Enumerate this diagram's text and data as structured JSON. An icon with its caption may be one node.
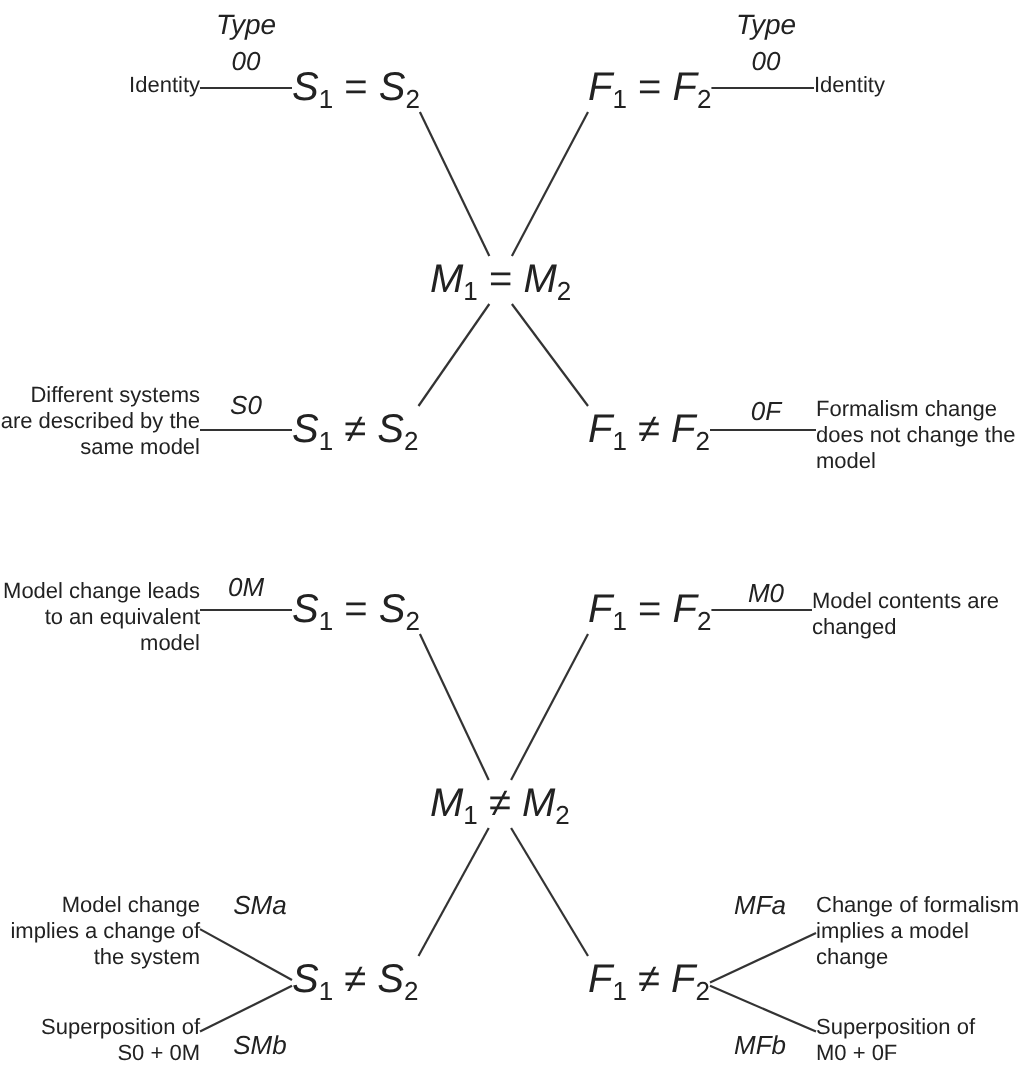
{
  "diagram": {
    "nodes": [
      {
        "text": [
          "Identity"
        ]
      },
      {
        "text": [
          "*S*$_{1}$ = *S*$_{2}$"
        ]
      },
      {
        "text": [
          "*F*$_{1}$ = *F*$_{2}$"
        ]
      },
      {
        "text": [
          "Identity"
        ]
      },
      {
        "text": [
          "*M*$_{1}$ = *M*$_{2}$"
        ]
      },
      {
        "text": [
          "Different systems are described by the same model"
        ]
      },
      {
        "text": [
          "*S*$_{1}$ ≠ *S*$_{2}$"
        ]
      },
      {
        "text": [
          "*F*$_{1}$ ≠ *F*$_{2}$"
        ]
      },
      {
        "text": [
          "Formalism change does not change the model"
        ]
      },
      {
        "text": [
          "Model change leads to an equivalent model"
        ]
      },
      {
        "text": [
          "*S*$_{1}$ = *S*$_{2}$"
        ]
      },
      {
        "text": [
          "*F*$_{1}$ = *F*$_{2}$"
        ]
      },
      {
        "text": [
          "Model contents are changed"
        ]
      },
      {
        "text": [
          "*M*$_{1}$ ≠ *M*$_{2}$"
        ]
      },
      {
        "text": [
          "Model change implies a change of the system"
        ]
      },
      {
        "text": [
          "*S*$_{1}$ ≠ *S*$_{2}$"
        ]
      },
      {
        "text": [
          "*F*$_{1}$ ≠ *F*$_{2}$"
        ]
      },
      {
        "text": [
          "Change of formalism implies a model change"
        ]
      },
      {
        "text": [
          "Superposition of S0 + 0M"
        ]
      },
      {
        "text": [
          "Superposition of M0 + 0F"
        ]
      }
    ],
    "edges": [
      {
        "from": 0,
        "to": 1,
        "arrow": "none",
        "label": "00"
      },
      {
        "from": 1,
        "to": 4,
        "arrow": "none"
      },
      {
        "from": 2,
        "to": 4,
        "arrow": "none"
      },
      {
        "from": 2,
        "to": 3,
        "arrow": "none",
        "label": "00"
      },
      {
        "from": 4,
        "to": 6,
        "arrow": "none"
      },
      {
        "from": 4,
        "to": 7,
        "arrow": "none"
      },
      {
        "from": 5,
        "to": 6,
        "arrow": "none",
        "label": "S0"
      },
      {
        "from": 7,
        "to": 8,
        "arrow": "none",
        "label": "0F"
      },
      {
        "from": 9,
        "to": 10,
        "arrow": "none",
        "label": "0M"
      },
      {
        "from": 10,
        "to": 13,
        "arrow": "none"
      },
      {
        "from": 11,
        "to": 13,
        "arrow": "none"
      },
      {
        "from": 11,
        "to": 12,
        "arrow": "none",
        "label": "M0"
      },
      {
        "from": 13,
        "to": 15,
        "arrow": "none"
      },
      {
        "from": 13,
        "to": 16,
        "arrow": "none"
      },
      {
        "from": 14,
        "to": 15,
        "arrow": "none",
        "label": "SMa"
      },
      {
        "from": 18,
        "to": 15,
        "arrow": "none",
        "label": "SMb"
      },
      {
        "from": 16,
        "to": 17,
        "arrow": "none",
        "label": "MFa"
      },
      {
        "from": 16,
        "to": 19,
        "arrow": "none",
        "label": "MFb"
      }
    ],
    "labels": [
      "Type",
      "Type"
    ]
  }
}
